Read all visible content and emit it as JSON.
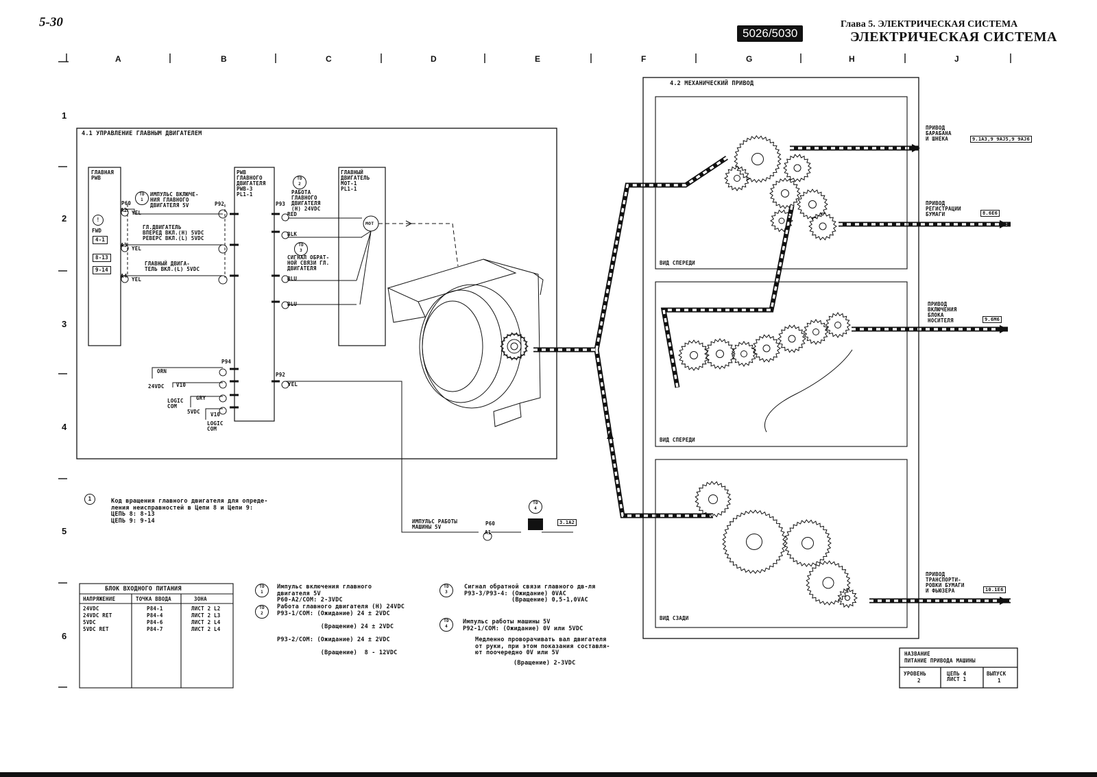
{
  "header": {
    "page_number": "5-30",
    "model_badge": "5026/5030",
    "chapter": "Глава 5. ЭЛЕКТРИЧЕСКАЯ СИСТЕМА",
    "section": "ЭЛЕКТРИЧЕСКАЯ СИСТЕМА"
  },
  "grid": {
    "columns": [
      "A",
      "B",
      "C",
      "D",
      "E",
      "F",
      "G",
      "H",
      "J"
    ],
    "rows": [
      "1",
      "2",
      "3",
      "4",
      "5",
      "6"
    ]
  },
  "panel_41": {
    "title": "4.1  УПРАВЛЕНИЕ ГЛАВНЫМ ДВИГАТЕЛЕМ",
    "main_pwb": "ГЛАВНАЯ\nPWB",
    "fwd": "FWD",
    "code_4_1": "4-1",
    "code_8_13": "8-13",
    "code_9_14": "9-14",
    "p60": "P60",
    "pins_left": [
      "A2",
      "A3",
      "A4"
    ],
    "yel": "YEL",
    "td1": "TD\n1",
    "td2": "TD\n2",
    "td3": "TD\n3",
    "sig_pulse_on": "ИМПУЛЬС ВКЛЮЧЕ-\nНИЯ ГЛАВНОГО\nДВИГАТЕЛЯ 5V",
    "sig_fwd_rev": "ГЛ.ДВИГАТЕЛЬ\nВПЕРЕД ВКЛ.(H) 5VDC\nРЕВЕРС ВКЛ.(L) 5VDC",
    "sig_motor_on": "ГЛАВНЫЙ ДВИГА-\nТЕЛЬ ВКЛ.(L) 5VDC",
    "p92": "P92",
    "pwb_motor": "PWB\nГЛАВНОГО\nДВИГАТЕЛЯ\nPWB-3\nPL1-1",
    "p93": "P93",
    "sig_motor_work": "РАБОТА\nГЛАВНОГО\nДВИГАТЕЛЯ\n(H) 24VDC",
    "sig_feedback": "СИГНАЛ ОБРАТ-\nНОЙ СВЯЗИ ГЛ.\nДВИГАТЕЛЯ",
    "wire_colors": [
      "RED",
      "BLK",
      "BLU",
      "BLU"
    ],
    "main_motor": "ГЛАВНЫЙ\nДВИГАТЕЛЬ\nMOT-1\nPL1-1",
    "mot": "MOT",
    "p94": "P94",
    "orn": "ORN",
    "v24": "24VDC",
    "v10a": "V10",
    "logic_com_a": "LOGIC\nCOM",
    "gry": "GRY",
    "v5": "5VDC",
    "v10b": "V10",
    "logic_com_b": "LOGIC\nCOM",
    "p92_right": "P92",
    "pin_1": "1"
  },
  "rotation_note": {
    "marker": "1",
    "text": "Код вращения главного двигателя для опреде-\nления неисправностей в Цепи 8 и Цепи 9:\nЦЕПЬ 8: 8-13\nЦЕПЬ 9: 9-14"
  },
  "machine_pulse": {
    "label": "ИМПУЛЬС РАБОТЫ\nМАШИНЫ 5V",
    "conn": "P60",
    "pin": "A1",
    "td4": "TD\n4",
    "ref": "3.1A2"
  },
  "power_table": {
    "title": "БЛОК ВХОДНОГО ПИТАНИЯ",
    "headers": [
      "НАПРЯЖЕНИЕ",
      "ТОЧКА ВВОДА",
      "ЗОНА"
    ],
    "rows": [
      [
        "24VDC",
        "P84-1",
        "ЛИСТ  2 L2"
      ],
      [
        "24VDC RET",
        "P84-4",
        "ЛИСТ  2 L3"
      ],
      [
        "5VDC",
        "P84-6",
        "ЛИСТ  2 L4"
      ],
      [
        "5VDC RET",
        "P84-7",
        "ЛИСТ  2 L4"
      ]
    ]
  },
  "td_notes": {
    "td1_text": "Импульс включения главного\nдвигателя 5V\nP60-A2/COM: 2-3VDC",
    "td2_text": "Работа главного двигателя (H) 24VDC\nP93-1/COM: (Ожидание) 24 ± 2VDC\n\n            (Вращение) 24 ± 2VDC\n\nP93-2/COM: (Ожидание) 24 ± 2VDC\n\n            (Вращение)  8 - 12VDC",
    "td3_text": "Сигнал обратной связи главного дв-ля\nP93-3/P93-4: (Ожидание) 0VAC\n             (Вращение) 0,5-1,0VAC",
    "td4_text": "Импульс работы машины 5V\nP92-1/COM: (Ожидание) 0V или 5VDC",
    "manual_text": "Медленно проворачивать вал двигателя\nот руки, при этом показания составля-\nют поочередно 0V или 5V",
    "manual_value": "(Вращение) 2-3VDC"
  },
  "panel_42": {
    "title": "4.2  МЕХАНИЧЕСКИЙ ПРИВОД",
    "view_front_1": "ВИД СПЕРЕДИ",
    "view_front_2": "ВИД СПЕРЕДИ",
    "view_rear": "ВИД СЗАДИ"
  },
  "drives": [
    {
      "label": "ПРИВОД\nБАРАБАНА\nИ ШНЕКА",
      "ref": "9.1A3,9 9AJ5,9 9AJ6"
    },
    {
      "label": "ПРИВОД\nРЕГИСТРАЦИИ\nБУМАГИ",
      "ref": "8.6E6"
    },
    {
      "label": "ПРИВОД\nВКЛЮЧЕНИЯ\nБЛОКА\nНОСИТЕЛЯ",
      "ref": "9.6M6"
    },
    {
      "label": "ПРИВОД\nТРАНСПОРТИ-\nРОВКИ БУМАГИ\nИ ФЬЮЗЕРА",
      "ref": "10.1E6"
    }
  ],
  "title_block": {
    "name_label": "НАЗВАНИЕ",
    "name_value": "ПИТАНИЕ ПРИВОДА МАШИНЫ",
    "level_label": "УРОВЕНЬ",
    "level_value": "2",
    "circuit": "ЦЕПЬ 4\nЛИСТ 1",
    "issue_label": "ВЫПУСК",
    "issue_value": "1"
  }
}
